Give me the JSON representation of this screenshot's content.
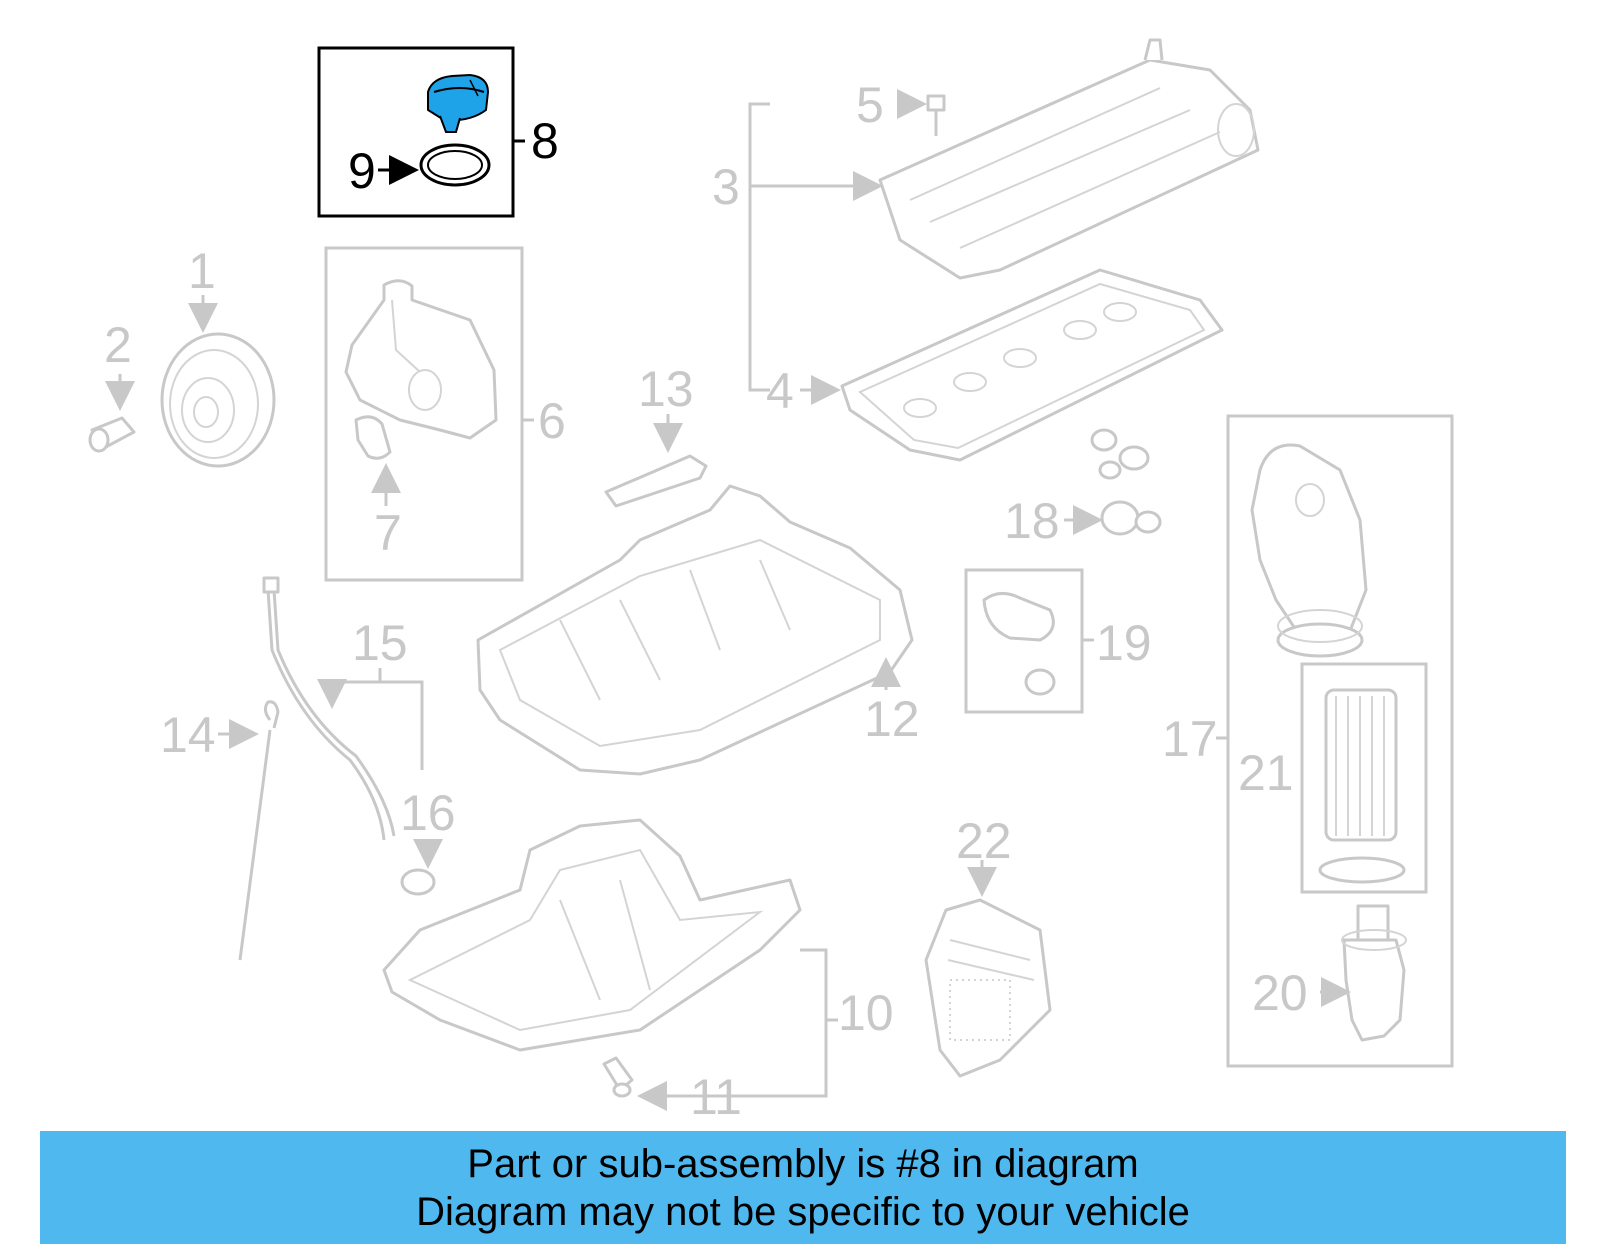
{
  "colors": {
    "highlight": "#1ea2e8",
    "banner": "#4fb8ef",
    "callout_dim": "#c8c8c8",
    "callout_active": "#000000"
  },
  "highlighted_part": "8",
  "callouts": {
    "c1": "1",
    "c2": "2",
    "c3": "3",
    "c4": "4",
    "c5": "5",
    "c6": "6",
    "c7": "7",
    "c8": "8",
    "c9": "9",
    "c10": "10",
    "c11": "11",
    "c12": "12",
    "c13": "13",
    "c14": "14",
    "c15": "15",
    "c16": "16",
    "c17": "17",
    "c18": "18",
    "c19": "19",
    "c20": "20",
    "c21": "21",
    "c22": "22"
  },
  "banner": {
    "line1": "Part or sub-assembly is #8 in diagram",
    "line2": "Diagram may not be specific to your vehicle"
  }
}
